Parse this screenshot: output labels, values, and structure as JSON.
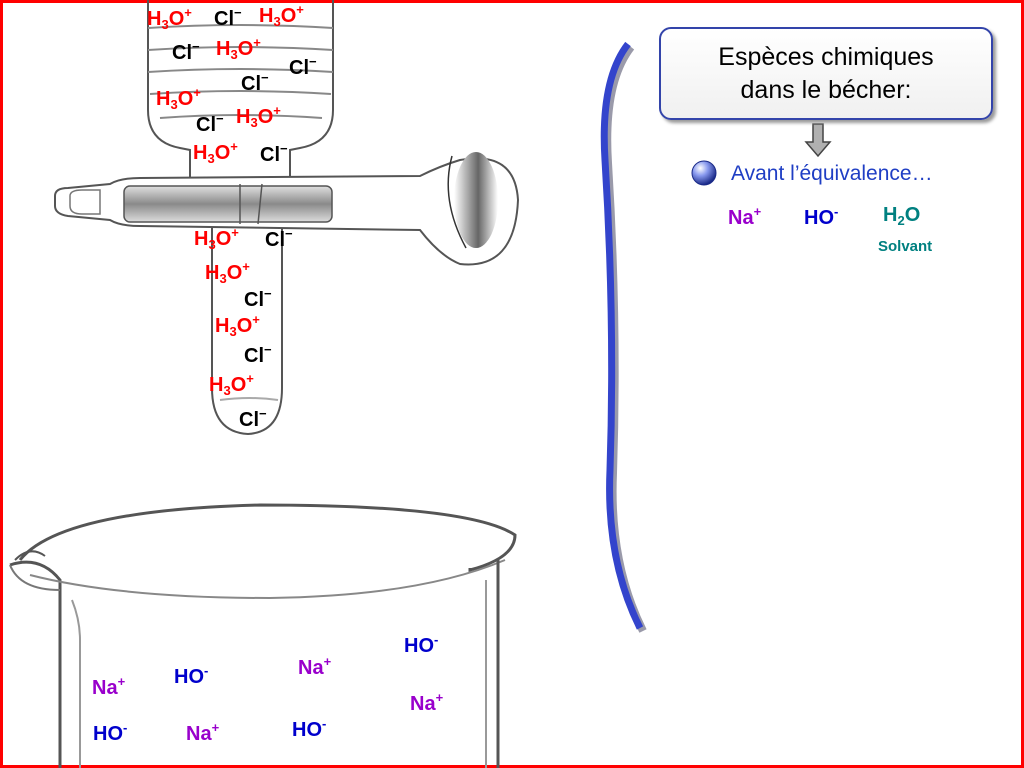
{
  "header": {
    "title_line1": "Espèces chimiques",
    "title_line2": "dans le bécher:"
  },
  "stage": {
    "label": "Avant l’équivalence…"
  },
  "species": {
    "sodium": {
      "base": "Na",
      "charge": "+"
    },
    "hydroxide": {
      "base": "HO",
      "charge": "-"
    },
    "water": {
      "h": "H",
      "sub": "2",
      "o": "O"
    },
    "water_role": "Solvant"
  },
  "ions": {
    "hydronium": {
      "h": "H",
      "sub": "3",
      "o": "O",
      "charge": "+"
    },
    "chloride": {
      "base": "Cl",
      "charge": "−"
    },
    "sodium": {
      "base": "Na",
      "charge": "+"
    },
    "hydroxide": {
      "base": "HO",
      "charge": "-"
    }
  },
  "colors": {
    "frame": "#ff0000",
    "hydronium": "#ff0000",
    "chloride": "#000000",
    "sodium": "#9900cc",
    "hydroxide": "#0000cc",
    "water": "#008080",
    "separator": "#3344cc",
    "title_border": "#3344aa"
  },
  "icons": {
    "burette": "burette-drawing",
    "beaker": "beaker-drawing",
    "arrow": "down-arrow-icon",
    "bullet": "sphere-bullet-icon"
  }
}
